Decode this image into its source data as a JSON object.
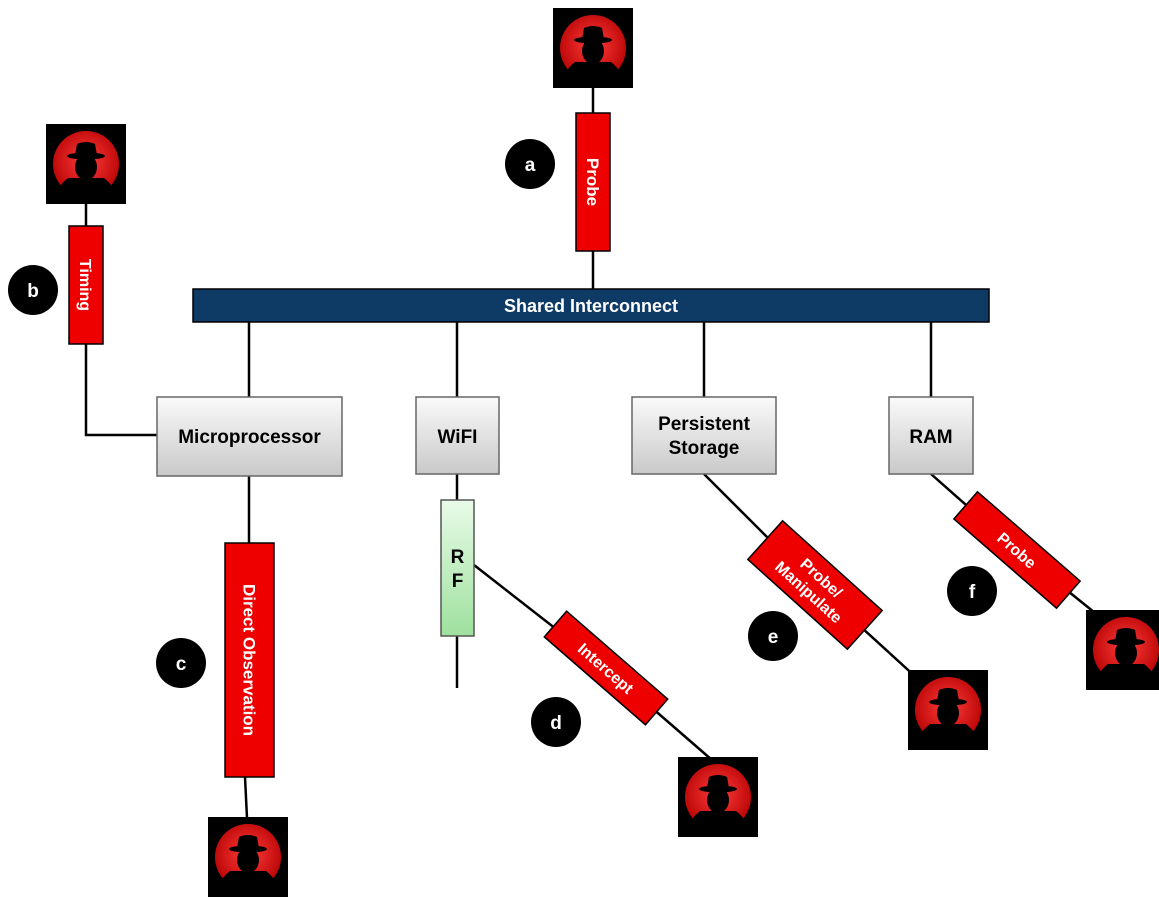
{
  "bus": {
    "label": "Shared Interconnect",
    "color": "#0e3a66"
  },
  "components": {
    "microprocessor": {
      "label": "Microprocessor"
    },
    "wifi": {
      "label": "WiFI"
    },
    "persistent_storage": {
      "line1": "Persistent",
      "line2": "Storage"
    },
    "ram": {
      "label": "RAM"
    },
    "rf": {
      "line1": "R",
      "line2": "F"
    }
  },
  "attacks": {
    "a": {
      "marker": "a",
      "label": "Probe"
    },
    "b": {
      "marker": "b",
      "label": "Timing"
    },
    "c": {
      "marker": "c",
      "label": "Direct Observation"
    },
    "d": {
      "marker": "d",
      "label": "Intercept"
    },
    "e": {
      "marker": "e",
      "line1": "Probe/",
      "line2": "Manipulate"
    },
    "f": {
      "marker": "f",
      "label": "Probe"
    }
  },
  "icons": {
    "attacker": "hacker-icon"
  },
  "colors": {
    "attack_red": "#ee0000",
    "rf_green": "#b9f0b9",
    "marker": "#000000"
  }
}
